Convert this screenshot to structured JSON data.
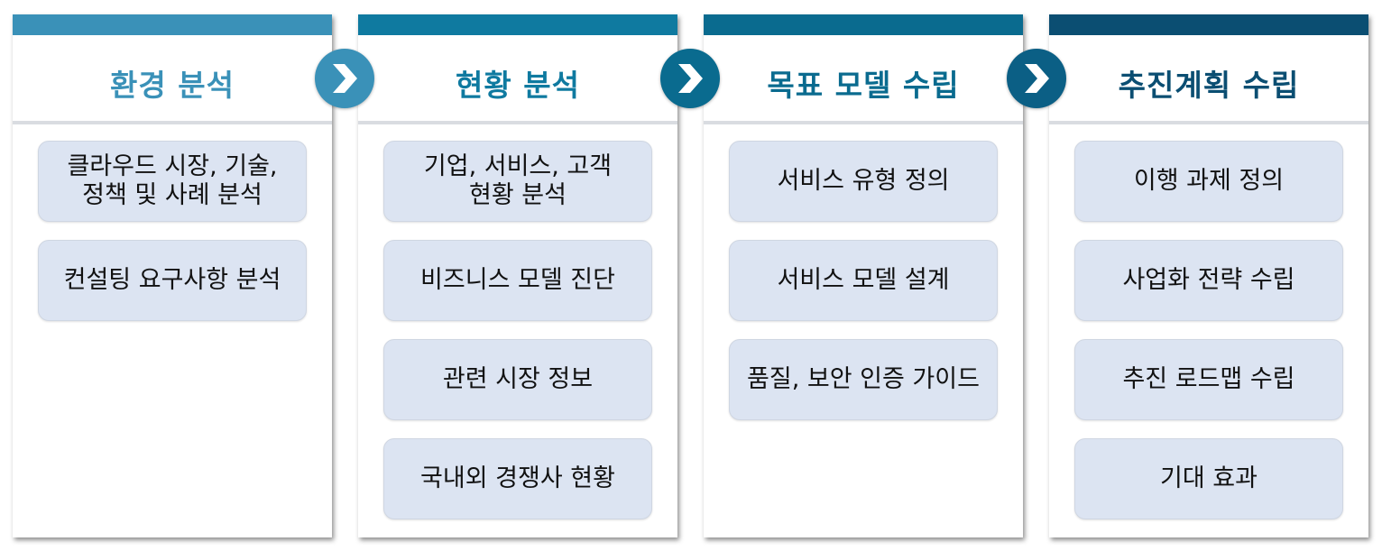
{
  "colors": {
    "stage1": "#3a91b8",
    "stage2": "#0f7aa0",
    "stage3": "#0a6b8f",
    "stage4": "#0b4e72",
    "arrow1": "#3a91b8",
    "arrow2": "#0a6b8f",
    "arrow3": "#0b5f85",
    "item_bg": "#dce4f2"
  },
  "arrow_icon": "chevron-right-icon",
  "stages": [
    {
      "title": "환경 분석",
      "items": [
        "클라우드 시장, 기술,\n정책 및 사례 분석",
        "컨설팅 요구사항 분석"
      ]
    },
    {
      "title": "현황 분석",
      "items": [
        "기업, 서비스, 고객\n현황 분석",
        "비즈니스 모델 진단",
        "관련 시장 정보",
        "국내외 경쟁사 현황"
      ]
    },
    {
      "title": "목표 모델 수립",
      "items": [
        "서비스 유형 정의",
        "서비스 모델 설계",
        "품질, 보안 인증 가이드"
      ]
    },
    {
      "title": "추진계획 수립",
      "items": [
        "이행 과제 정의",
        "사업화 전략 수립",
        "추진 로드맵 수립",
        "기대 효과"
      ]
    }
  ]
}
